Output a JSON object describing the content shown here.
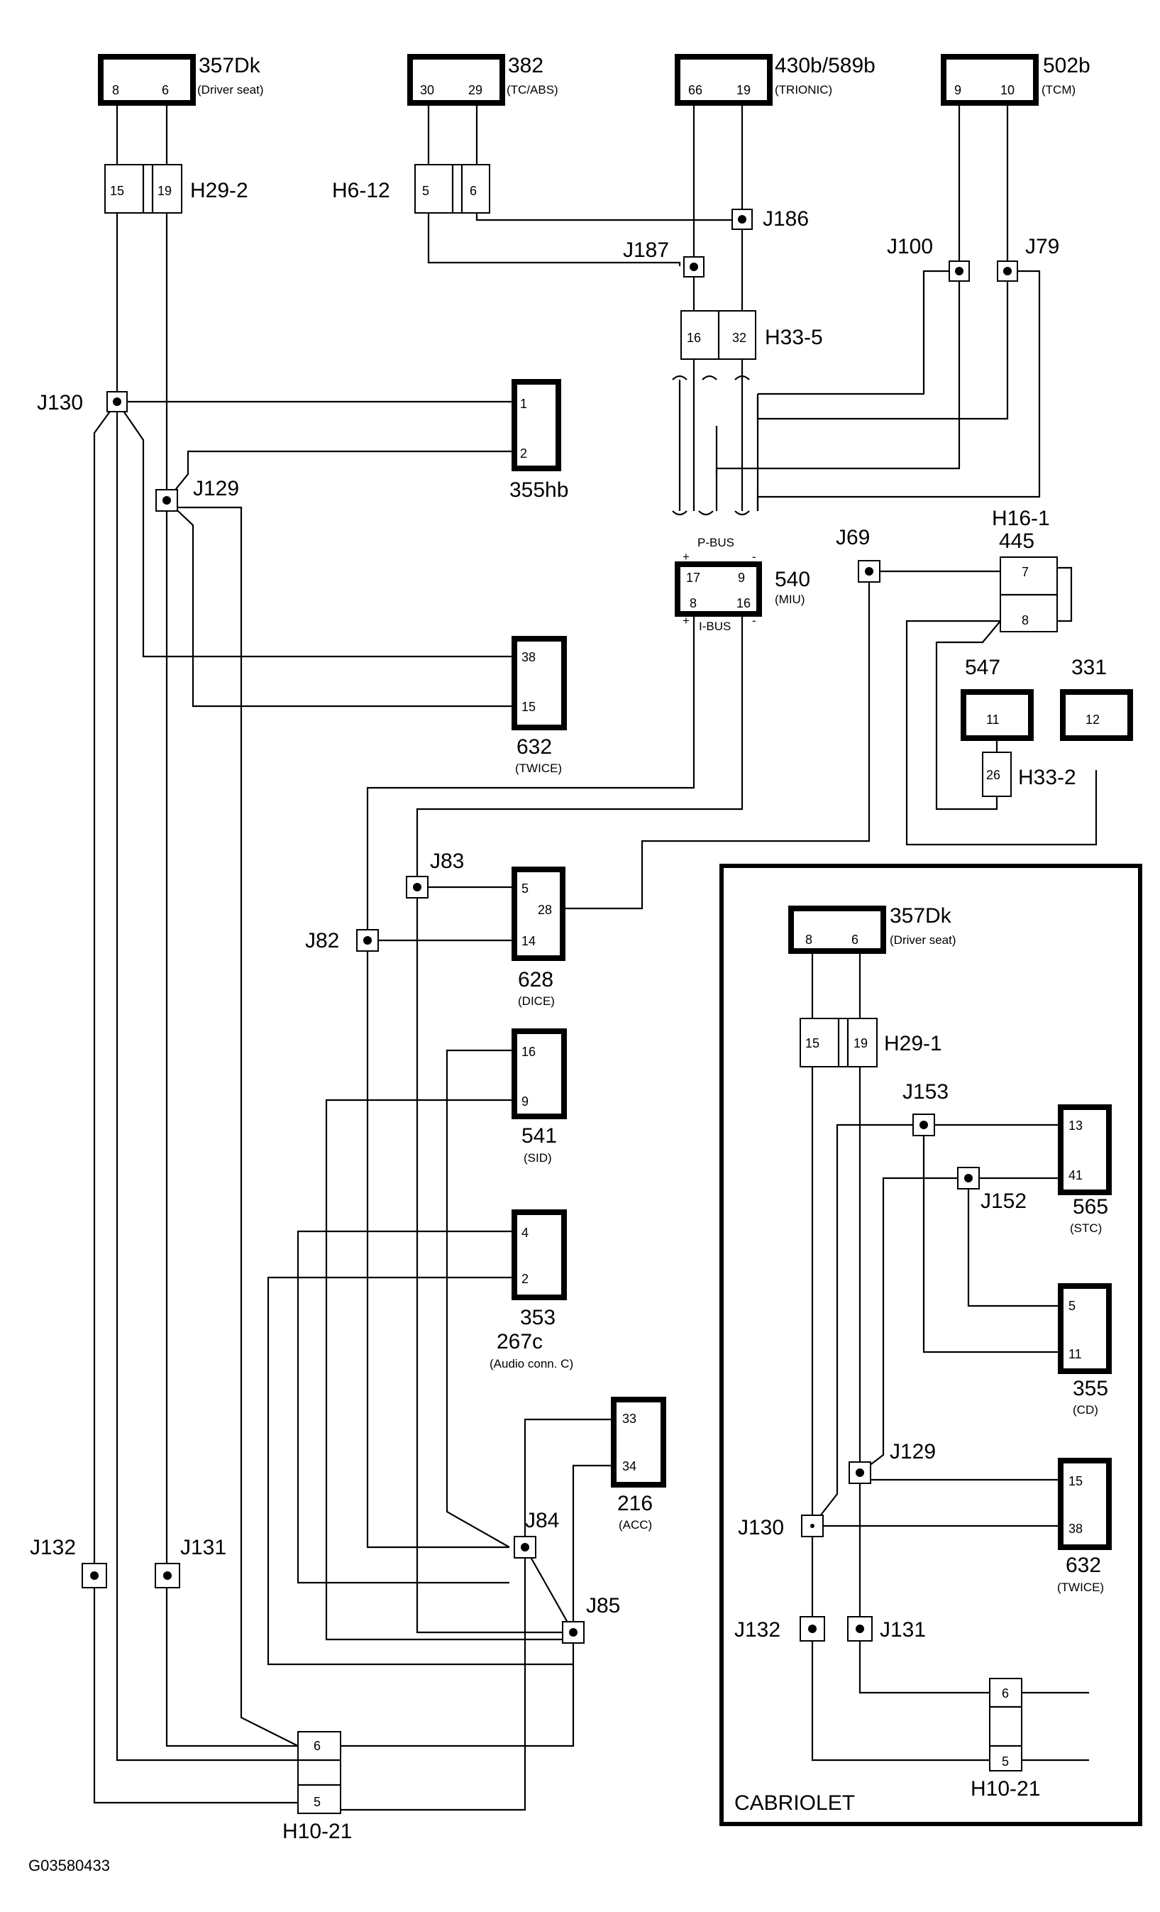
{
  "figure_code": "G03580433",
  "cabriolet_label": "CABRIOLET",
  "bus_labels": {
    "p_bus": "P-BUS",
    "i_bus": "I-BUS",
    "plus": "+",
    "minus": "-"
  },
  "components": {
    "c357dk_top": {
      "id": "357Dk",
      "desc": "(Driver seat)",
      "pins": [
        "8",
        "6"
      ]
    },
    "c382": {
      "id": "382",
      "desc": "(TC/ABS)",
      "pins": [
        "30",
        "29"
      ]
    },
    "c430b": {
      "id": "430b/589b",
      "desc": "(TRIONIC)",
      "pins": [
        "66",
        "19"
      ]
    },
    "c502b": {
      "id": "502b",
      "desc": "(TCM)",
      "pins": [
        "9",
        "10"
      ]
    },
    "c355hb": {
      "id": "355hb",
      "desc": "",
      "pins": [
        "1",
        "2"
      ]
    },
    "c540": {
      "id": "540",
      "desc": "(MIU)",
      "pins": [
        "17",
        "9",
        "8",
        "16"
      ]
    },
    "c445": {
      "id": "445",
      "desc": "",
      "pins": [
        "7",
        "8"
      ]
    },
    "c547": {
      "id": "547",
      "desc": "",
      "pins": [
        "11"
      ]
    },
    "c331": {
      "id": "331",
      "desc": "",
      "pins": [
        "12"
      ]
    },
    "c632": {
      "id": "632",
      "desc": "(TWICE)",
      "pins": [
        "38",
        "15"
      ]
    },
    "c628": {
      "id": "628",
      "desc": "(DICE)",
      "pins": [
        "5",
        "28",
        "14"
      ]
    },
    "c541": {
      "id": "541",
      "desc": "(SID)",
      "pins": [
        "16",
        "9"
      ]
    },
    "c353": {
      "id": "353",
      "id2": "267c",
      "desc": "(Audio conn. C)",
      "pins": [
        "4",
        "2"
      ]
    },
    "c216": {
      "id": "216",
      "desc": "(ACC)",
      "pins": [
        "33",
        "34"
      ]
    },
    "c357dk_cab": {
      "id": "357Dk",
      "desc": "(Driver seat)",
      "pins": [
        "8",
        "6"
      ]
    },
    "c565": {
      "id": "565",
      "desc": "(STC)",
      "pins": [
        "13",
        "41"
      ]
    },
    "c355": {
      "id": "355",
      "desc": "(CD)",
      "pins": [
        "5",
        "11"
      ]
    },
    "c632_cab": {
      "id": "632",
      "desc": "(TWICE)",
      "pins": [
        "15",
        "38"
      ]
    }
  },
  "connectors": {
    "h29_2": {
      "id": "H29-2",
      "pins": [
        "15",
        "19"
      ]
    },
    "h6_12": {
      "id": "H6-12",
      "pins": [
        "5",
        "6"
      ]
    },
    "h33_5": {
      "id": "H33-5",
      "pins": [
        "16",
        "32"
      ]
    },
    "h16_1": {
      "id": "H16-1"
    },
    "h33_2": {
      "id": "H33-2",
      "pins": [
        "26"
      ]
    },
    "h10_21": {
      "id": "H10-21",
      "pins": [
        "6",
        "5"
      ]
    },
    "h29_1": {
      "id": "H29-1",
      "pins": [
        "15",
        "19"
      ]
    },
    "h10_21_cab": {
      "id": "H10-21",
      "pins": [
        "6",
        "5"
      ]
    }
  },
  "junctions": {
    "j186": "J186",
    "j187": "J187",
    "j100": "J100",
    "j79": "J79",
    "j130": "J130",
    "j129": "J129",
    "j69": "J69",
    "j83": "J83",
    "j82": "J82",
    "j84": "J84",
    "j85": "J85",
    "j132": "J132",
    "j131": "J131",
    "j153": "J153",
    "j152": "J152",
    "j129_cab": "J129",
    "j130_cab": "J130",
    "j132_cab": "J132",
    "j131_cab": "J131"
  }
}
